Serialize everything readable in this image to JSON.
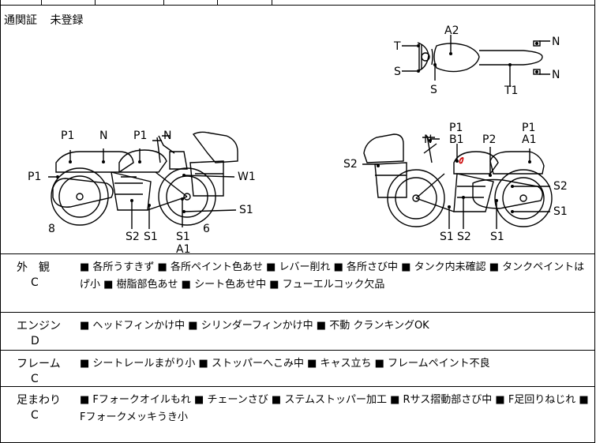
{
  "header": {
    "customs_label": "通関証",
    "customs_value": "未登録"
  },
  "diagram_labels": {
    "top_A2": "A2",
    "top_T": "T",
    "top_N1": "N",
    "top_S_left": "S",
    "top_N2": "N",
    "top_S_bottom": "S",
    "top_T1": "T1",
    "L_P1_a": "P1",
    "L_N": "N",
    "L_P1_b": "P1",
    "L_N2": "N",
    "L_P1_side": "P1",
    "L_W1": "W1",
    "L_S1_right": "S1",
    "L_8": "8",
    "L_S2": "S2",
    "L_S1_mid": "S1",
    "L_S1_bottom": "S1",
    "L_A1": "A1",
    "L_6": "6",
    "R_P1_top": "P1",
    "R_N": "N",
    "R_B1": "B1",
    "R_P2": "P2",
    "R_P1_right": "P1",
    "R_A1": "A1",
    "R_S2_left": "S2",
    "R_S2_right": "S2",
    "R_S1_right": "S1",
    "R_S1_b1": "S1",
    "R_S2_b": "S2",
    "R_S1_b2": "S1"
  },
  "sections": [
    {
      "category": "外　観",
      "grade": "C",
      "conditions": "■ 各所うすきず ■ 各所ペイント色あせ ■ レバー削れ ■ 各所さび中 ■ タンク内未確認 ■ タンクペイントはげ小 ■ 樹脂部色あせ ■ シート色あせ中 ■ フューエルコック欠品"
    },
    {
      "category": "エンジン",
      "grade": "D",
      "conditions": "■ ヘッドフィンかけ中 ■ シリンダーフィンかけ中 ■ 不動 クランキングOK"
    },
    {
      "category": "フレーム",
      "grade": "C",
      "conditions": "■ シートレールまがり小 ■ ストッパーへこみ中 ■ キャス立ち ■ フレームペイント不良"
    },
    {
      "category": "足まわり",
      "grade": "C",
      "conditions": "■ Fフォークオイルもれ ■ チェーンさび ■ ステムストッパー加工 ■ Rサス摺動部さび中 ■ F足回りねじれ ■ Fフォークメッキうき小"
    }
  ]
}
